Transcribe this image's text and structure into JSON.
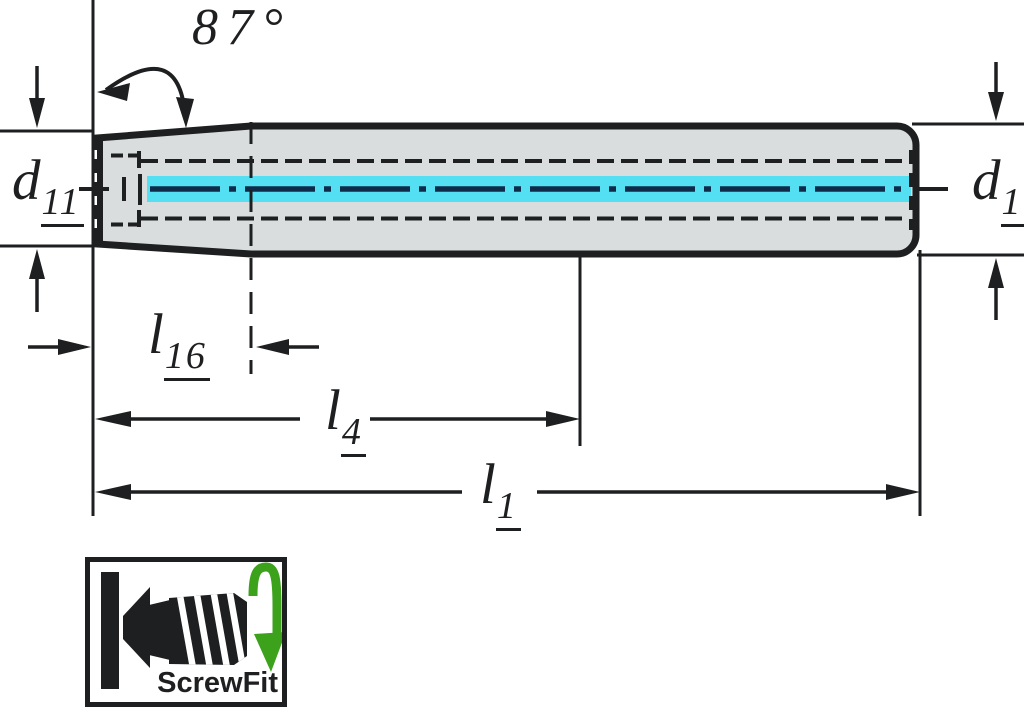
{
  "colors": {
    "ink": "#1d1f20",
    "body_fill": "#d9dddd",
    "coolant": "#54dff2",
    "centerline": "#0e2b49",
    "green": "#3da21b"
  },
  "labels": {
    "angle": "87°",
    "d11": {
      "main": "d",
      "sub": "11"
    },
    "d1": {
      "main": "d",
      "sub": "1"
    },
    "l16": {
      "main": "l",
      "sub": "16"
    },
    "l4": {
      "main": "l",
      "sub": "4"
    },
    "l1": {
      "main": "l",
      "sub": "1"
    }
  },
  "logo": {
    "text": "ScrewFit"
  },
  "icons": {
    "logo_glyph": "screw-shank-icon",
    "logo_rotation": "rotation-arrow-icon"
  }
}
